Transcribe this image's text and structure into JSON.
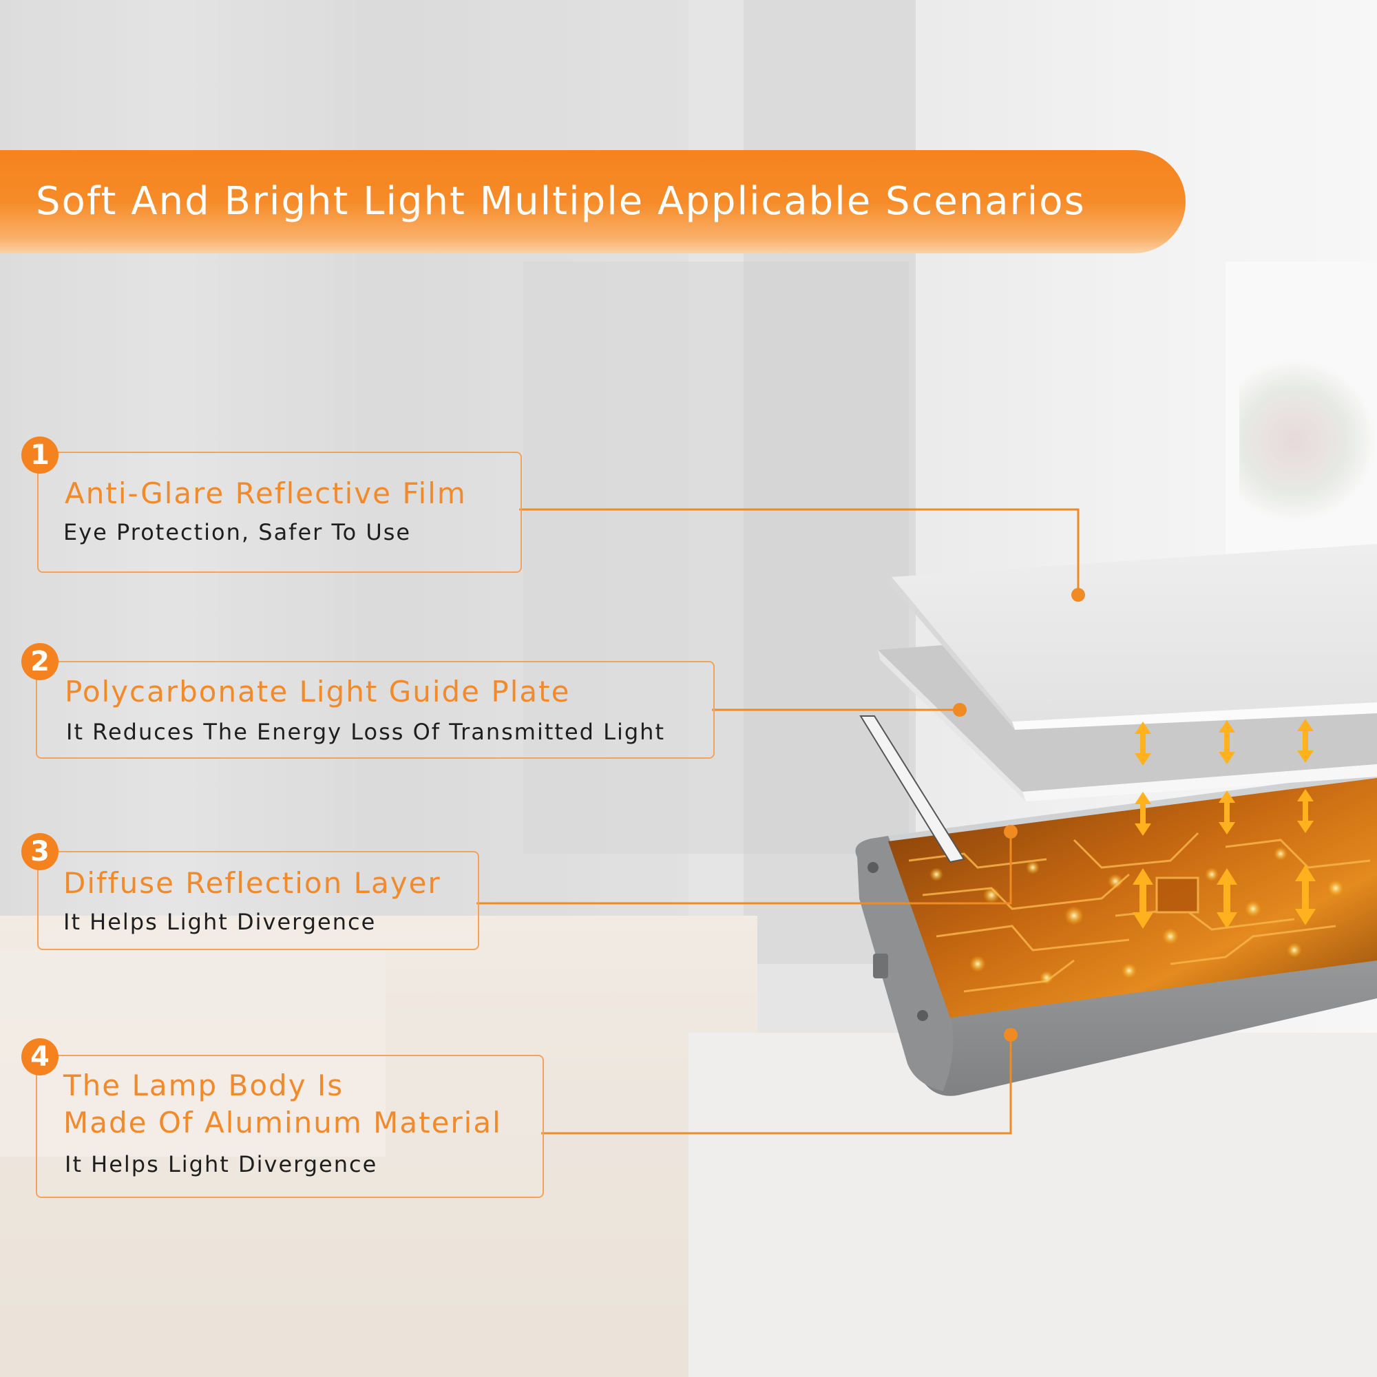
{
  "banner": {
    "title": "Soft And Bright Light Multiple Applicable Scenarios"
  },
  "callouts": [
    {
      "number": "1",
      "title": "Anti-Glare Reflective Film",
      "subtitle": "Eye Protection, Safer To Use"
    },
    {
      "number": "2",
      "title": "Polycarbonate Light Guide Plate",
      "subtitle": "It Reduces The Energy Loss Of Transmitted Light"
    },
    {
      "number": "3",
      "title": "Diffuse Reflection Layer",
      "subtitle": "It Helps Light Divergence"
    },
    {
      "number": "4",
      "title_line1": "The Lamp Body Is",
      "title_line2": "Made Of Aluminum Material",
      "subtitle": "It Helps Light Divergence"
    }
  ],
  "colors": {
    "accent": "#f4831f",
    "accent_light": "#f4a25a",
    "title_text": "#f08a2b",
    "body_text": "#1e1e1e"
  }
}
